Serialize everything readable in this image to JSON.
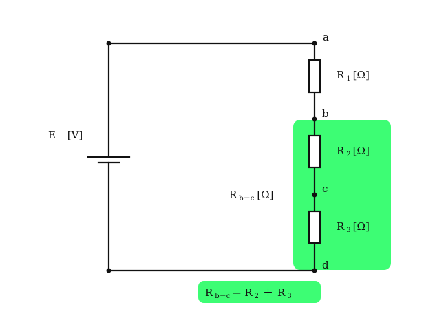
{
  "source": {
    "label": "E",
    "unit": "[V]"
  },
  "nodes": {
    "a": "a",
    "b": "b",
    "c": "c",
    "d": "d"
  },
  "resistors": [
    {
      "name": "R",
      "sub": "1",
      "unit": "[Ω]"
    },
    {
      "name": "R",
      "sub": "2",
      "unit": "[Ω]"
    },
    {
      "name": "R",
      "sub": "3",
      "unit": "[Ω]"
    }
  ],
  "combined": {
    "name": "R",
    "sub": "b－c",
    "unit": "[Ω]"
  },
  "formula": {
    "lhs_name": "R",
    "lhs_sub": "b－c",
    "eq": "＝",
    "t1_name": "R",
    "t1_sub": "2",
    "plus": "＋",
    "t2_name": "R",
    "t2_sub": "3"
  },
  "colors": {
    "highlight": "#3dfd74",
    "wire": "#111111"
  }
}
